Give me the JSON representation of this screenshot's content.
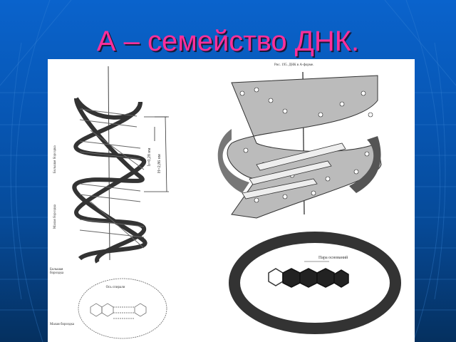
{
  "slide": {
    "title": "А – семейство ДНК.",
    "title_color": "#ff2f9a",
    "background_color": "#0756b3"
  },
  "figure": {
    "caption": "Рис. 195. ДНК в А-форме.",
    "left_helix": {
      "label_major_groove": "Большая бороздка",
      "label_minor_groove": "Малая бороздка",
      "dim_small": "h=0,28 нм",
      "dim_large": "H=2,86 нм"
    },
    "cross_section_small": {
      "label_major_groove": "Большая бороздка",
      "label_axis": "Ось спирали",
      "label_minor_groove": "Малая бороздка"
    },
    "cross_section_large": {
      "label_base_pair": "Пара оснований"
    }
  }
}
